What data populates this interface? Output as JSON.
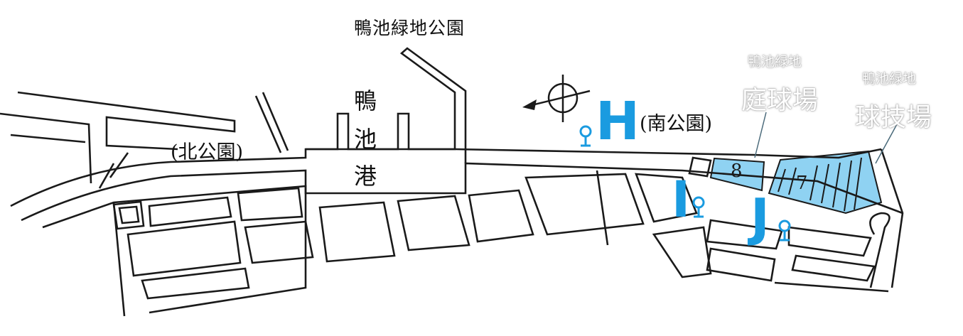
{
  "map": {
    "park_title": "鴨池緑地公園",
    "north_park": "(北公園)",
    "south_park": "(南公園)",
    "port_chars": [
      "鴨",
      "池",
      "港"
    ],
    "tennis_header": "鴨池緑地",
    "tennis_name": "庭球場",
    "stadium_header": "鴨池緑地",
    "stadium_name": "球技場",
    "court_8": "8",
    "court_7": "7",
    "marker_H": "H",
    "marker_I": "I",
    "marker_J": "J"
  },
  "colors": {
    "highlight": "#1a9be0",
    "area_fill": "#8fd2f2",
    "line": "#1a1a1a"
  },
  "icons": [
    "north-arrow-icon",
    "toilet-pin-icon"
  ]
}
